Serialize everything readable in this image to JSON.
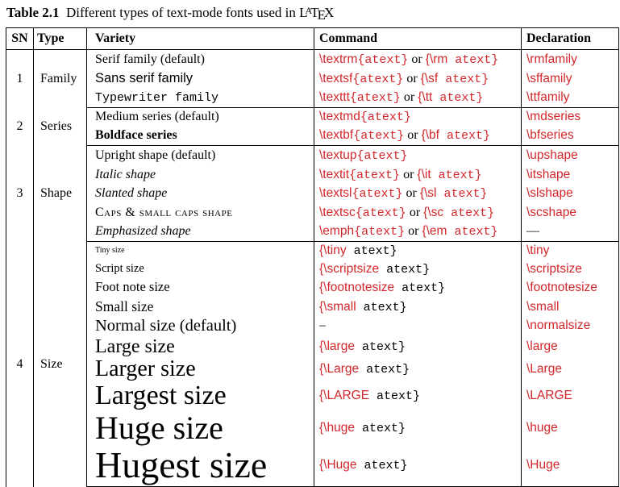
{
  "caption": {
    "label": "Table 2.1",
    "text": "Different types of text-mode fonts used in",
    "latex_L": "L",
    "latex_A": "A",
    "latex_T": "T",
    "latex_E": "E",
    "latex_X": "X"
  },
  "headers": {
    "sn": "SN",
    "type": "Type",
    "variety": "Variety",
    "command": "Command",
    "declaration": "Declaration"
  },
  "groups": [
    {
      "sn": "1",
      "type": "Family",
      "rows": [
        {
          "variety": "Serif family (default)",
          "cmd": "\\textrm",
          "arg": "{atext}",
          "or": "or",
          "alt": "{\\rm",
          "altarg": " atext}",
          "decl": "\\rmfamily"
        },
        {
          "variety": "Sans serif family",
          "cmd": "\\textsf",
          "arg": "{atext}",
          "or": "or",
          "alt": "{\\sf",
          "altarg": " atext}",
          "decl": "\\sffamily"
        },
        {
          "variety": "Typewriter family",
          "cmd": "\\texttt",
          "arg": "{atext}",
          "or": "or",
          "alt": "{\\tt",
          "altarg": " atext}",
          "decl": "\\ttfamily"
        }
      ]
    },
    {
      "sn": "2",
      "type": "Series",
      "rows": [
        {
          "variety": "Medium series (default)",
          "cmd": "\\textmd",
          "arg": "{atext}",
          "decl": "\\mdseries"
        },
        {
          "variety": "Boldface series",
          "cmd": "\\textbf",
          "arg": "{atext}",
          "or": "or",
          "alt": "{\\bf",
          "altarg": " atext}",
          "decl": "\\bfseries"
        }
      ]
    },
    {
      "sn": "3",
      "type": "Shape",
      "rows": [
        {
          "variety": "Upright shape (default)",
          "cmd": "\\textup",
          "arg": "{atext}",
          "decl": "\\upshape"
        },
        {
          "variety": "Italic shape",
          "cmd": "\\textit",
          "arg": "{atext}",
          "or": "or",
          "alt": "{\\it",
          "altarg": " atext}",
          "decl": "\\itshape"
        },
        {
          "variety": "Slanted shape",
          "cmd": "\\textsl",
          "arg": "{atext}",
          "or": "or",
          "alt": "{\\sl",
          "altarg": " atext}",
          "decl": "\\slshape"
        },
        {
          "variety": "Caps & small caps shape",
          "cmd": "\\textsc",
          "arg": "{atext}",
          "or": "or",
          "alt": "{\\sc",
          "altarg": " atext}",
          "decl": "\\scshape"
        },
        {
          "variety": "Emphasized shape",
          "cmd": "\\emph",
          "arg": "{atext}",
          "or": "or",
          "alt": "{\\em",
          "altarg": " atext}",
          "decl": "—"
        }
      ]
    },
    {
      "sn": "4",
      "type": "Size",
      "rows": [
        {
          "variety": "Tiny size",
          "cmd": "{\\tiny",
          "plainarg": " atext}",
          "decl": "\\tiny"
        },
        {
          "variety": "Script size",
          "cmd": "{\\scriptsize",
          "plainarg": " atext}",
          "decl": "\\scriptsize"
        },
        {
          "variety": "Foot note size",
          "cmd": "{\\footnotesize",
          "plainarg": " atext}",
          "decl": "\\footnotesize"
        },
        {
          "variety": "Small size",
          "cmd": "{\\small",
          "plainarg": " atext}",
          "decl": "\\small"
        },
        {
          "variety": "Normal size (default)",
          "plaincmd": "–",
          "decl": "\\normalsize"
        },
        {
          "variety": "Large size",
          "cmd": "{\\large",
          "plainarg": " atext}",
          "decl": "\\large"
        },
        {
          "variety": "Larger size",
          "cmd": "{\\Large",
          "plainarg": " atext}",
          "decl": "\\Large"
        },
        {
          "variety": "Largest size",
          "cmd": "{\\LARGE",
          "plainarg": " atext}",
          "decl": "\\LARGE"
        },
        {
          "variety": "Huge size",
          "cmd": "{\\huge",
          "plainarg": " atext}",
          "decl": "\\huge"
        },
        {
          "variety": "Hugest size",
          "cmd": "{\\Huge",
          "plainarg": " atext}",
          "decl": "\\Huge"
        }
      ]
    }
  ]
}
